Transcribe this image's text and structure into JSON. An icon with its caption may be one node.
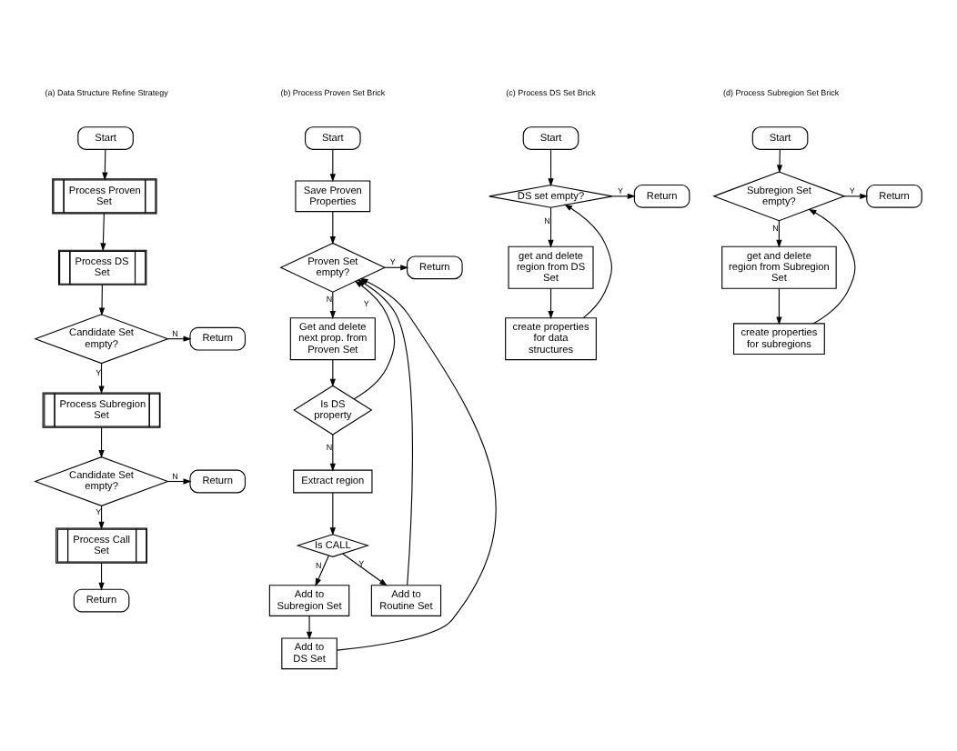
{
  "diagram": {
    "nodes": [
      {
        "text": [
          "Start"
        ]
      },
      {
        "text": [
          "Process Proven Set"
        ]
      },
      {
        "text": [
          "Process DS Set"
        ]
      },
      {
        "text": [
          "Candidate Set empty?"
        ]
      },
      {
        "text": [
          "Return"
        ]
      },
      {
        "text": [
          "Process Subregion Set"
        ]
      },
      {
        "text": [
          "Candidate Set empty?"
        ]
      },
      {
        "text": [
          "Return"
        ]
      },
      {
        "text": [
          "Process Call Set"
        ]
      },
      {
        "text": [
          "Return"
        ]
      },
      {
        "text": [
          "Start"
        ]
      },
      {
        "text": [
          "Save Proven Properties"
        ]
      },
      {
        "text": [
          "Proven Set empty?"
        ]
      },
      {
        "text": [
          "Return"
        ]
      },
      {
        "text": [
          "Get and delete next prop. from Proven Set"
        ]
      },
      {
        "text": [
          "Is DS property"
        ]
      },
      {
        "text": [
          "Extract region"
        ]
      },
      {
        "text": [
          "Is CALL"
        ]
      },
      {
        "text": [
          "Add to Subregion Set"
        ]
      },
      {
        "text": [
          "Add to Routine Set"
        ]
      },
      {
        "text": [
          "Add to DS Set"
        ]
      },
      {
        "text": [
          "Start"
        ]
      },
      {
        "text": [
          "DS set empty?"
        ]
      },
      {
        "text": [
          "Return"
        ]
      },
      {
        "text": [
          "get and delete region from DS Set"
        ]
      },
      {
        "text": [
          "create properties for data structures"
        ]
      },
      {
        "text": [
          "Start"
        ]
      },
      {
        "text": [
          "Subregion Set empty?"
        ]
      },
      {
        "text": [
          "Return"
        ]
      },
      {
        "text": [
          "get and delete region from Subregion Set"
        ]
      },
      {
        "text": [
          "create properties for subregions"
        ]
      }
    ],
    "edges": [
      {
        "from": 0,
        "to": 1,
        "arrow": "to"
      },
      {
        "from": 1,
        "to": 2,
        "arrow": "to"
      },
      {
        "from": 2,
        "to": 3,
        "arrow": "to"
      },
      {
        "from": 3,
        "to": 4,
        "arrow": "to",
        "label": "N"
      },
      {
        "from": 3,
        "to": 5,
        "arrow": "to",
        "label": "Y"
      },
      {
        "from": 5,
        "to": 6,
        "arrow": "to"
      },
      {
        "from": 6,
        "to": 7,
        "arrow": "to",
        "label": "N"
      },
      {
        "from": 6,
        "to": 8,
        "arrow": "to",
        "label": "Y"
      },
      {
        "from": 8,
        "to": 9,
        "arrow": "to"
      },
      {
        "from": 10,
        "to": 11,
        "arrow": "to"
      },
      {
        "from": 11,
        "to": 12,
        "arrow": "to"
      },
      {
        "from": 12,
        "to": 13,
        "arrow": "to",
        "label": "Y"
      },
      {
        "from": 12,
        "to": 14,
        "arrow": "to",
        "label": "N"
      },
      {
        "from": 14,
        "to": 15,
        "arrow": "to"
      },
      {
        "from": 15,
        "to": 12,
        "arrow": "to",
        "label": "Y"
      },
      {
        "from": 15,
        "to": 16,
        "arrow": "to",
        "label": "N"
      },
      {
        "from": 16,
        "to": 17,
        "arrow": "to"
      },
      {
        "from": 17,
        "to": 18,
        "arrow": "to",
        "label": "N"
      },
      {
        "from": 17,
        "to": 19,
        "arrow": "to",
        "label": "Y"
      },
      {
        "from": 18,
        "to": 20,
        "arrow": "to"
      },
      {
        "from": 20,
        "to": 12,
        "arrow": "to"
      },
      {
        "from": 19,
        "to": 12,
        "arrow": "to"
      },
      {
        "from": 21,
        "to": 22,
        "arrow": "to"
      },
      {
        "from": 22,
        "to": 23,
        "arrow": "to",
        "label": "Y"
      },
      {
        "from": 22,
        "to": 24,
        "arrow": "to",
        "label": "N"
      },
      {
        "from": 24,
        "to": 25,
        "arrow": "to"
      },
      {
        "from": 25,
        "to": 22,
        "arrow": "to"
      },
      {
        "from": 26,
        "to": 27,
        "arrow": "to"
      },
      {
        "from": 27,
        "to": 28,
        "arrow": "to",
        "label": "Y"
      },
      {
        "from": 27,
        "to": 29,
        "arrow": "to",
        "label": "N"
      },
      {
        "from": 29,
        "to": 30,
        "arrow": "to"
      },
      {
        "from": 30,
        "to": 27,
        "arrow": "to"
      }
    ],
    "labels": [
      "(a) Data Structure Refine Strategy",
      "(b) Process Proven Set Brick",
      "(c) Process DS Set Brick",
      "(d) Process Subregion Set Brick"
    ]
  }
}
